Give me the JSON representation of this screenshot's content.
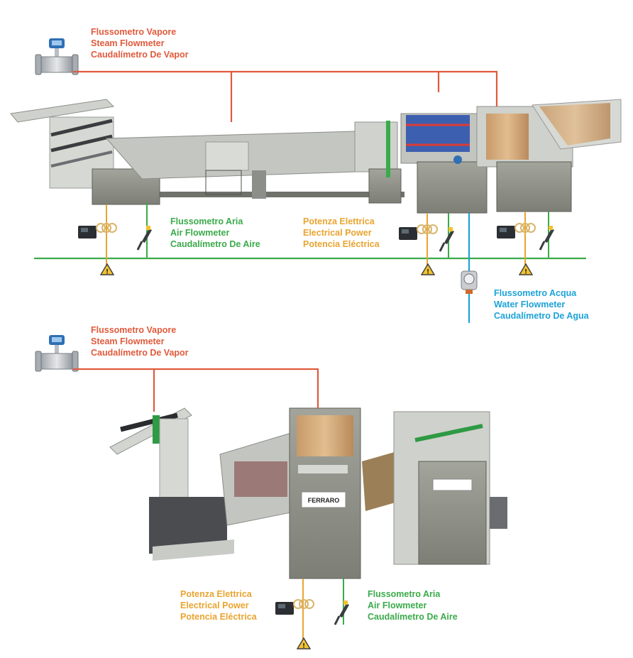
{
  "colors": {
    "steam": "#e05a3c",
    "air": "#3aab4a",
    "power": "#e9a430",
    "water": "#1da3d8",
    "machine_body": "#8d8f86",
    "machine_frame": "#c9c9c4"
  },
  "top_diagram": {
    "steam_label": {
      "it": "Flussometro Vapore",
      "en": "Steam Flowmeter",
      "es": "Caudalímetro De Vapor"
    },
    "air_label": {
      "it": "Flussometro Aria",
      "en": "Air Flowmeter",
      "es": "Caudalímetro De Aire"
    },
    "power_label": {
      "it": "Potenza Elettrica",
      "en": "Electrical Power",
      "es": "Potencia Eléctrica"
    },
    "water_label": {
      "it": "Flussometro Acqua",
      "en": "Water Flowmeter",
      "es": "Caudalímetro De Agua"
    }
  },
  "bottom_diagram": {
    "steam_label": {
      "it": "Flussometro Vapore",
      "en": "Steam Flowmeter",
      "es": "Caudalímetro De Vapor"
    },
    "power_label": {
      "it": "Potenza Elettrica",
      "en": "Electrical Power",
      "es": "Potencia Eléctrica"
    },
    "air_label": {
      "it": "Flussometro Aria",
      "en": "Air Flowmeter",
      "es": "Caudalímetro De Aire"
    },
    "brand_logo": "FERRARO"
  },
  "icons": [
    "steam-flowmeter-icon",
    "energy-meter-icon",
    "air-sensor-icon",
    "warning-icon",
    "water-flowmeter-icon"
  ]
}
